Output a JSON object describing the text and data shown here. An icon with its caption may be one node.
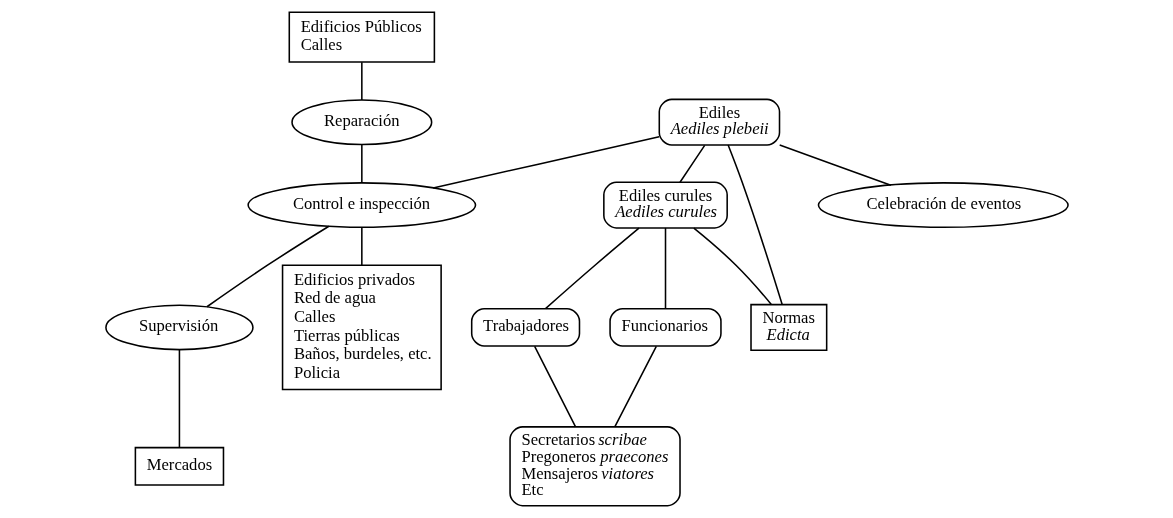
{
  "diagram": {
    "nodes": [
      {
        "text": [
          "Edificios Públicos",
          "Calles"
        ]
      },
      {
        "text": [
          "Ediles",
          "Aediles plebeii"
        ]
      },
      {
        "text": [
          "Ediles curules",
          "Aediles curules"
        ]
      },
      {
        "text": [
          "Trabajadores"
        ]
      },
      {
        "text": [
          "Funcionarios"
        ]
      },
      {
        "text": [
          "Normas",
          "Edicta"
        ]
      },
      {
        "text": [
          "Secretarios *scribae*",
          "Pregoneros *praecones*",
          "Mensajeros *viatores*",
          "Etc"
        ]
      },
      {
        "text": [
          "Reparación"
        ]
      },
      {
        "text": [
          "Control e inspección"
        ]
      },
      {
        "text": [
          "Supervisión"
        ]
      },
      {
        "text": [
          "Mercados"
        ]
      },
      {
        "text": [
          "Edificios privados",
          "Red de agua",
          "Calles",
          "Tierras públicas",
          "Baños, burdeles, etc.",
          "Policia"
        ]
      },
      {
        "text": [
          "Celebración de eventos"
        ]
      }
    ],
    "edges": [
      {
        "from": 1,
        "to": 2,
        "arrow": "none"
      },
      {
        "from": 2,
        "to": 3,
        "arrow": "none"
      },
      {
        "from": 2,
        "to": 4,
        "arrow": "none"
      },
      {
        "from": 3,
        "to": 6,
        "arrow": "none"
      },
      {
        "from": 4,
        "to": 6,
        "arrow": "none"
      },
      {
        "from": 2,
        "to": 5,
        "arrow": "none"
      },
      {
        "from": 1,
        "to": 5,
        "arrow": "none"
      },
      {
        "from": 1,
        "to": 8,
        "arrow": "none"
      },
      {
        "from": 1,
        "to": 12,
        "arrow": "none"
      },
      {
        "from": 0,
        "to": 7,
        "arrow": "none"
      },
      {
        "from": 7,
        "to": 8,
        "arrow": "none"
      },
      {
        "from": 8,
        "to": 9,
        "arrow": "none"
      },
      {
        "from": 9,
        "to": 10,
        "arrow": "none"
      },
      {
        "from": 8,
        "to": 11,
        "arrow": "none"
      }
    ]
  }
}
